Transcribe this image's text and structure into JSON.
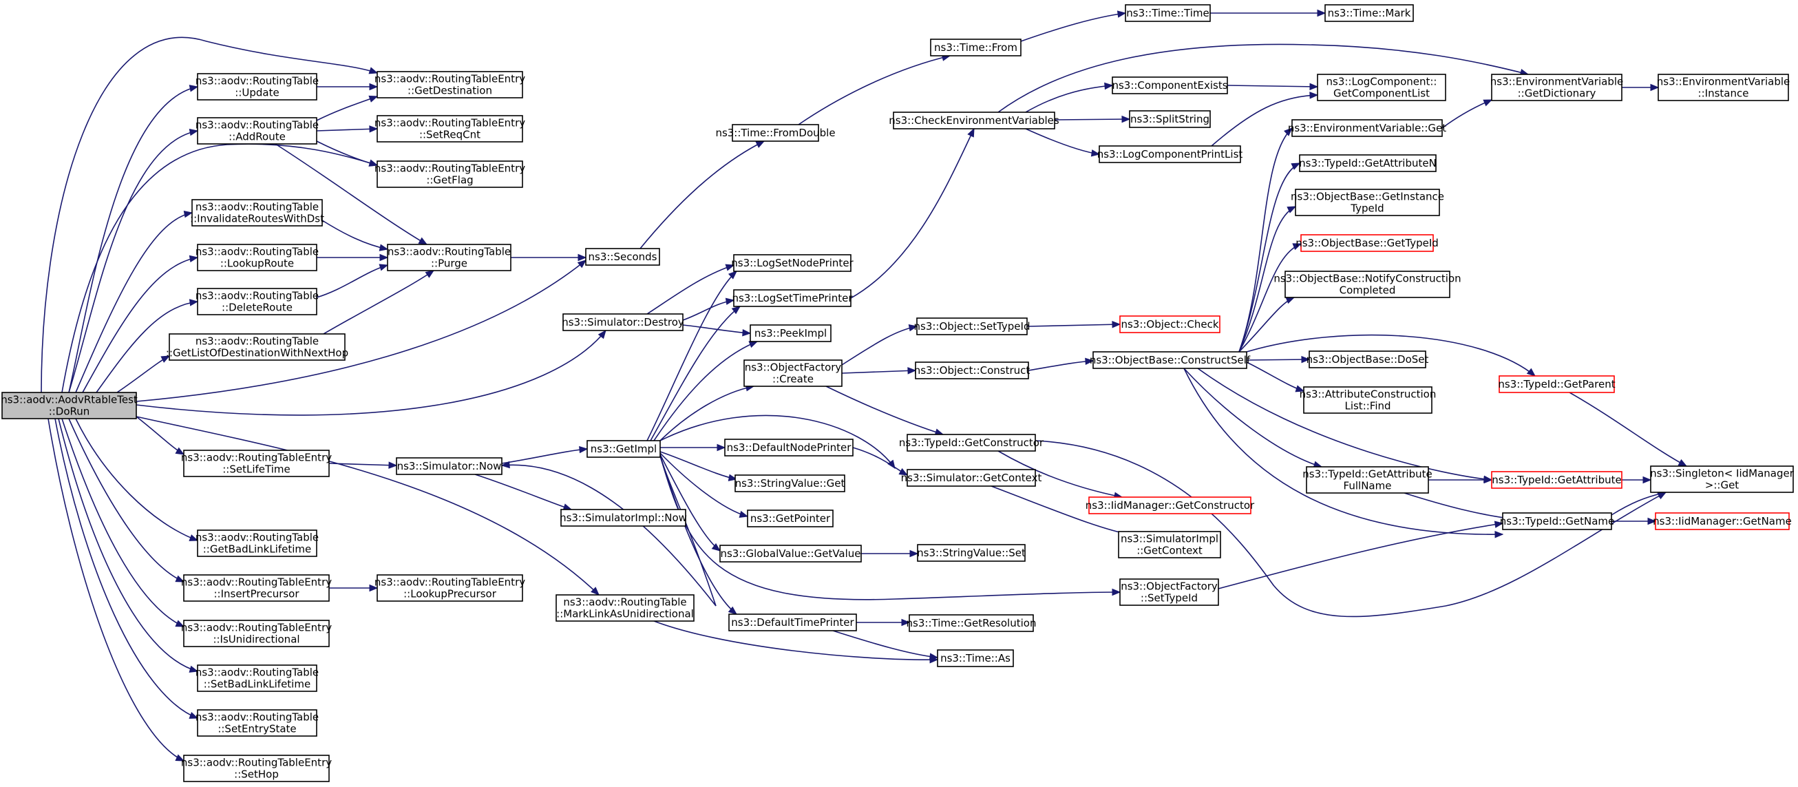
{
  "diagram": {
    "title": "",
    "colors": {
      "edge": "#191970",
      "root_fill": "#bfbfbf",
      "node_border": "#000000",
      "undocumented_border": "#ff0000"
    },
    "nodes": [
      {
        "id": "root",
        "lines": [
          "ns3::aodv::AodvRtableTest",
          "::DoRun"
        ],
        "style": "root"
      },
      {
        "id": "rt_update",
        "lines": [
          "ns3::aodv::RoutingTable",
          "::Update"
        ]
      },
      {
        "id": "rt_addroute",
        "lines": [
          "ns3::aodv::RoutingTable",
          "::AddRoute"
        ]
      },
      {
        "id": "rt_invalidate",
        "lines": [
          "ns3::aodv::RoutingTable",
          "::InvalidateRoutesWithDst"
        ]
      },
      {
        "id": "rt_lookuproute",
        "lines": [
          "ns3::aodv::RoutingTable",
          "::LookupRoute"
        ]
      },
      {
        "id": "rt_deleteroute",
        "lines": [
          "ns3::aodv::RoutingTable",
          "::DeleteRoute"
        ]
      },
      {
        "id": "rt_getlist",
        "lines": [
          "ns3::aodv::RoutingTable",
          "::GetListOfDestinationWithNextHop"
        ]
      },
      {
        "id": "rte_setlifetime",
        "lines": [
          "ns3::aodv::RoutingTableEntry",
          "::SetLifeTime"
        ]
      },
      {
        "id": "rt_getbadlink",
        "lines": [
          "ns3::aodv::RoutingTable",
          "::GetBadLinkLifetime"
        ]
      },
      {
        "id": "rte_insertprecursor",
        "lines": [
          "ns3::aodv::RoutingTableEntry",
          "::InsertPrecursor"
        ]
      },
      {
        "id": "rte_isunidirectional",
        "lines": [
          "ns3::aodv::RoutingTableEntry",
          "::IsUnidirectional"
        ]
      },
      {
        "id": "rt_setbadlink",
        "lines": [
          "ns3::aodv::RoutingTable",
          "::SetBadLinkLifetime"
        ]
      },
      {
        "id": "rt_setentrystate",
        "lines": [
          "ns3::aodv::RoutingTable",
          "::SetEntryState"
        ]
      },
      {
        "id": "rte_sethop",
        "lines": [
          "ns3::aodv::RoutingTableEntry",
          "::SetHop"
        ]
      },
      {
        "id": "rte_getdest",
        "lines": [
          "ns3::aodv::RoutingTableEntry",
          "::GetDestination"
        ]
      },
      {
        "id": "rte_setreqcnt",
        "lines": [
          "ns3::aodv::RoutingTableEntry",
          "::SetReqCnt"
        ]
      },
      {
        "id": "rte_getflag",
        "lines": [
          "ns3::aodv::RoutingTableEntry",
          "::GetFlag"
        ]
      },
      {
        "id": "rt_purge",
        "lines": [
          "ns3::aodv::RoutingTable",
          "::Purge"
        ]
      },
      {
        "id": "rte_lookupprecursor",
        "lines": [
          "ns3::aodv::RoutingTableEntry",
          "::LookupPrecursor"
        ]
      },
      {
        "id": "simulator_now",
        "lines": [
          "ns3::Simulator::Now"
        ]
      },
      {
        "id": "seconds",
        "lines": [
          "ns3::Seconds"
        ]
      },
      {
        "id": "sim_destroy",
        "lines": [
          "ns3::Simulator::Destroy"
        ]
      },
      {
        "id": "getimpl",
        "lines": [
          "ns3::GetImpl"
        ]
      },
      {
        "id": "simimpl_now",
        "lines": [
          "ns3::SimulatorImpl::Now"
        ]
      },
      {
        "id": "rt_marklink",
        "lines": [
          "ns3::aodv::RoutingTable",
          "::MarkLinkAsUnidirectional"
        ]
      },
      {
        "id": "time_fromdouble",
        "lines": [
          "ns3::Time::FromDouble"
        ]
      },
      {
        "id": "logsetnodeprinter",
        "lines": [
          "ns3::LogSetNodePrinter"
        ]
      },
      {
        "id": "logsettimeprinter",
        "lines": [
          "ns3::LogSetTimePrinter"
        ]
      },
      {
        "id": "peekimpl",
        "lines": [
          "ns3::PeekImpl"
        ]
      },
      {
        "id": "objfactory_create",
        "lines": [
          "ns3::ObjectFactory",
          "::Create"
        ]
      },
      {
        "id": "defaultnodeprinter",
        "lines": [
          "ns3::DefaultNodePrinter"
        ]
      },
      {
        "id": "stringvalue_get",
        "lines": [
          "ns3::StringValue::Get"
        ]
      },
      {
        "id": "getpointer",
        "lines": [
          "ns3::GetPointer"
        ]
      },
      {
        "id": "globalvalue_getvalue",
        "lines": [
          "ns3::GlobalValue::GetValue"
        ]
      },
      {
        "id": "defaulttimeprinter",
        "lines": [
          "ns3::DefaultTimePrinter"
        ]
      },
      {
        "id": "time_from",
        "lines": [
          "ns3::Time::From"
        ]
      },
      {
        "id": "time_time",
        "lines": [
          "ns3::Time::Time"
        ]
      },
      {
        "id": "time_mark",
        "lines": [
          "ns3::Time::Mark"
        ]
      },
      {
        "id": "checkenv",
        "lines": [
          "ns3::CheckEnvironmentVariables"
        ]
      },
      {
        "id": "object_settypeid",
        "lines": [
          "ns3::Object::SetTypeId"
        ]
      },
      {
        "id": "object_construct",
        "lines": [
          "ns3::Object::Construct"
        ]
      },
      {
        "id": "typeid_getconstructor",
        "lines": [
          "ns3::TypeId::GetConstructor"
        ]
      },
      {
        "id": "sim_getcontext",
        "lines": [
          "ns3::Simulator::GetContext"
        ]
      },
      {
        "id": "stringvalue_set",
        "lines": [
          "ns3::StringValue::Set"
        ]
      },
      {
        "id": "time_getresolution",
        "lines": [
          "ns3::Time::GetResolution"
        ]
      },
      {
        "id": "time_as",
        "lines": [
          "ns3::Time::As"
        ]
      },
      {
        "id": "componentexists",
        "lines": [
          "ns3::ComponentExists"
        ]
      },
      {
        "id": "splitstring",
        "lines": [
          "ns3::SplitString"
        ]
      },
      {
        "id": "logcomponentprintlist",
        "lines": [
          "ns3::LogComponentPrintList"
        ]
      },
      {
        "id": "object_check",
        "lines": [
          "ns3::Object::Check"
        ],
        "style": "red"
      },
      {
        "id": "objectbase_constructself",
        "lines": [
          "ns3::ObjectBase::ConstructSelf"
        ]
      },
      {
        "id": "iidmanager_getconstructor",
        "lines": [
          "ns3::IidManager::GetConstructor"
        ],
        "style": "red"
      },
      {
        "id": "simimpl_getcontext",
        "lines": [
          "ns3::SimulatorImpl",
          "::GetContext"
        ]
      },
      {
        "id": "objfactory_settypeid",
        "lines": [
          "ns3::ObjectFactory",
          "::SetTypeId"
        ]
      },
      {
        "id": "logcomponent_getlist",
        "lines": [
          "ns3::LogComponent::",
          "GetComponentList"
        ]
      },
      {
        "id": "envvar_get",
        "lines": [
          "ns3::EnvironmentVariable::Get"
        ]
      },
      {
        "id": "typeid_getattributen",
        "lines": [
          "ns3::TypeId::GetAttributeN"
        ]
      },
      {
        "id": "objectbase_getinstancetypeid",
        "lines": [
          "ns3::ObjectBase::GetInstance",
          "TypeId"
        ]
      },
      {
        "id": "objectbase_gettypeid",
        "lines": [
          "ns3::ObjectBase::GetTypeId"
        ],
        "style": "red"
      },
      {
        "id": "objectbase_notifyconstruction",
        "lines": [
          "ns3::ObjectBase::NotifyConstruction",
          "Completed"
        ]
      },
      {
        "id": "objectbase_doset",
        "lines": [
          "ns3::ObjectBase::DoSet"
        ]
      },
      {
        "id": "attrconstructionlist_find",
        "lines": [
          "ns3::AttributeConstruction",
          "List::Find"
        ]
      },
      {
        "id": "typeid_getattributefullname",
        "lines": [
          "ns3::TypeId::GetAttribute",
          "FullName"
        ]
      },
      {
        "id": "envvar_getdictionary",
        "lines": [
          "ns3::EnvironmentVariable",
          "::GetDictionary"
        ]
      },
      {
        "id": "envvar_instance",
        "lines": [
          "ns3::EnvironmentVariable",
          "::Instance"
        ]
      },
      {
        "id": "typeid_getparent",
        "lines": [
          "ns3::TypeId::GetParent"
        ],
        "style": "red"
      },
      {
        "id": "typeid_getattribute",
        "lines": [
          "ns3::TypeId::GetAttribute"
        ],
        "style": "red"
      },
      {
        "id": "typeid_getname",
        "lines": [
          "ns3::TypeId::GetName"
        ]
      },
      {
        "id": "singleton_get",
        "lines": [
          "ns3::Singleton< IidManager",
          ">::Get"
        ]
      },
      {
        "id": "iidmanager_getname",
        "lines": [
          "ns3::IidManager::GetName"
        ],
        "style": "red"
      }
    ]
  }
}
